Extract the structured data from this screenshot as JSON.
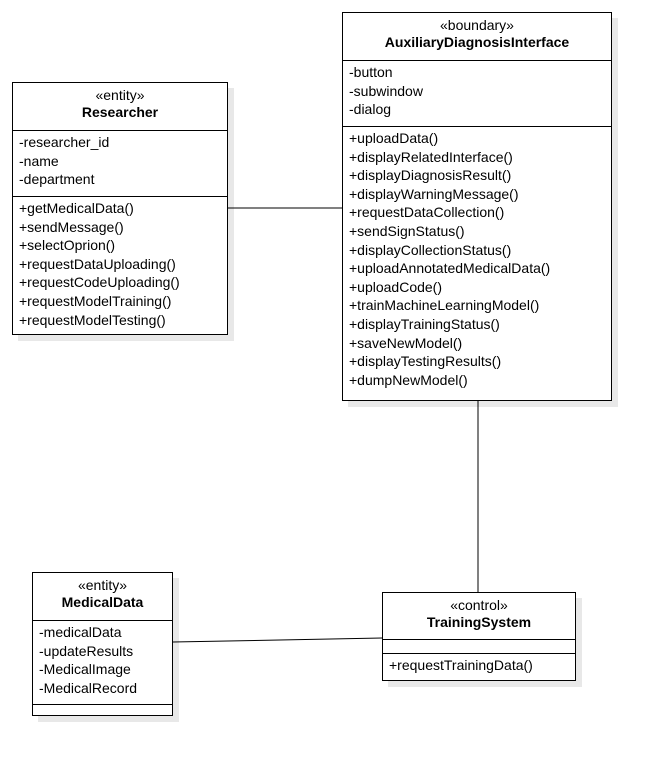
{
  "classes": {
    "researcher": {
      "stereotype": "«entity»",
      "name": "Researcher",
      "attributes": [
        "-researcher_id",
        "-name",
        "-department"
      ],
      "operations": [
        "+getMedicalData()",
        "+sendMessage()",
        "+selectOprion()",
        "+requestDataUploading()",
        "+requestCodeUploading()",
        "+requestModelTraining()",
        "+requestModelTesting()"
      ]
    },
    "interface": {
      "stereotype": "«boundary»",
      "name": "AuxiliaryDiagnosisInterface",
      "attributes": [
        "-button",
        "-subwindow",
        "-dialog"
      ],
      "operations": [
        "+uploadData()",
        "+displayRelatedInterface()",
        "+displayDiagnosisResult()",
        "+displayWarningMessage()",
        "+requestDataCollection()",
        "+sendSignStatus()",
        "+displayCollectionStatus()",
        "+uploadAnnotatedMedicalData()",
        "+uploadCode()",
        "+trainMachineLearningModel()",
        "+displayTrainingStatus()",
        "+saveNewModel()",
        "+displayTestingResults()",
        "+dumpNewModel()"
      ]
    },
    "medical": {
      "stereotype": "«entity»",
      "name": "MedicalData",
      "attributes": [
        "-medicalData",
        "-updateResults",
        "-MedicalImage",
        "-MedicalRecord"
      ],
      "operations": []
    },
    "training": {
      "stereotype": "«control»",
      "name": "TrainingSystem",
      "attributes": [],
      "operations": [
        "+requestTrainingData()"
      ]
    }
  }
}
